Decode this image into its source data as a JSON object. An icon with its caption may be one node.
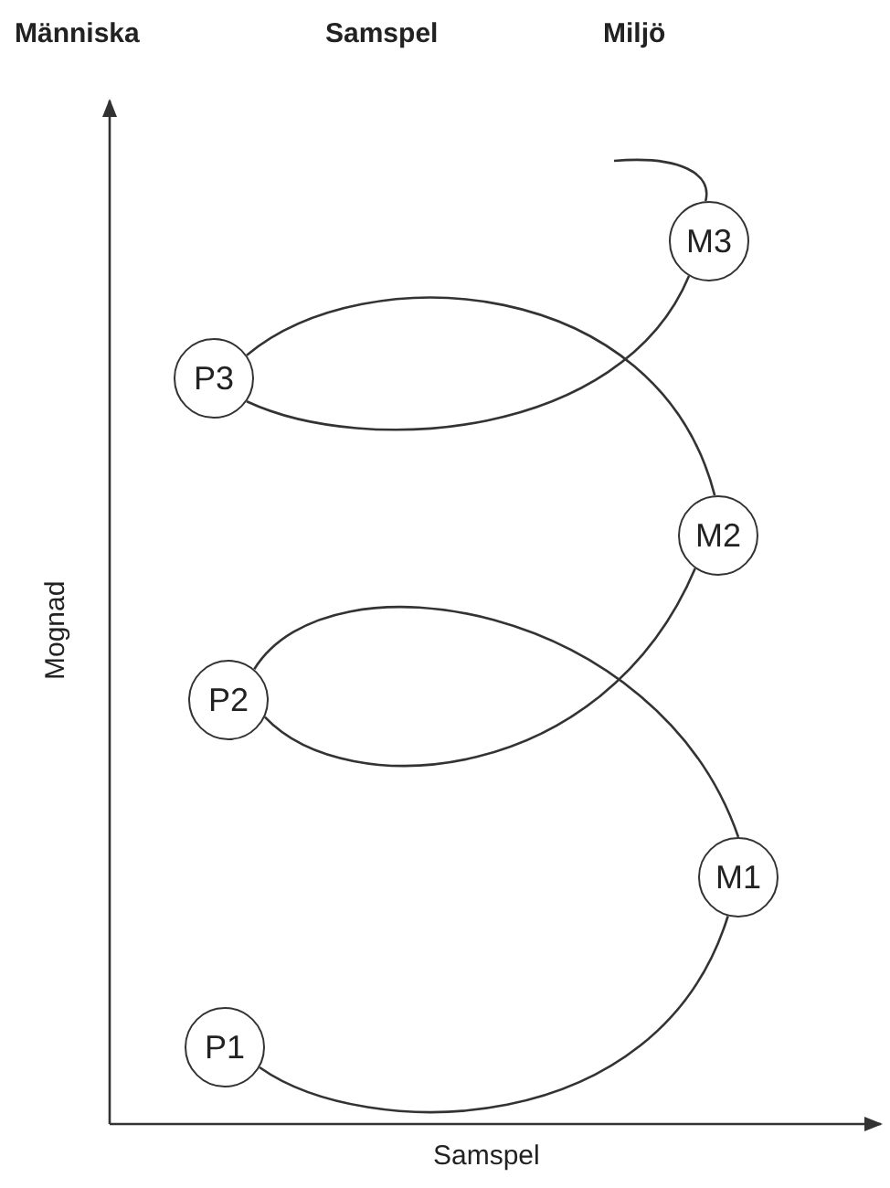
{
  "diagram": {
    "nodes": [
      {
        "text": [
          "P1"
        ]
      },
      {
        "text": [
          "P2"
        ]
      },
      {
        "text": [
          "P3"
        ]
      },
      {
        "text": [
          "M1"
        ]
      },
      {
        "text": [
          "M2"
        ]
      },
      {
        "text": [
          "M3"
        ]
      }
    ],
    "edges": [
      {
        "from": 0,
        "to": 3,
        "arrow": "none"
      },
      {
        "from": 3,
        "to": 1,
        "arrow": "none"
      },
      {
        "from": 1,
        "to": 4,
        "arrow": "none"
      },
      {
        "from": 4,
        "to": 2,
        "arrow": "none"
      },
      {
        "from": 2,
        "to": 5,
        "arrow": "none"
      },
      {
        "from": 5,
        "to": null,
        "arrow": "none"
      }
    ],
    "labels": [
      "Människa",
      "Samspel",
      "Miljö",
      "Mognad",
      "Samspel"
    ]
  }
}
